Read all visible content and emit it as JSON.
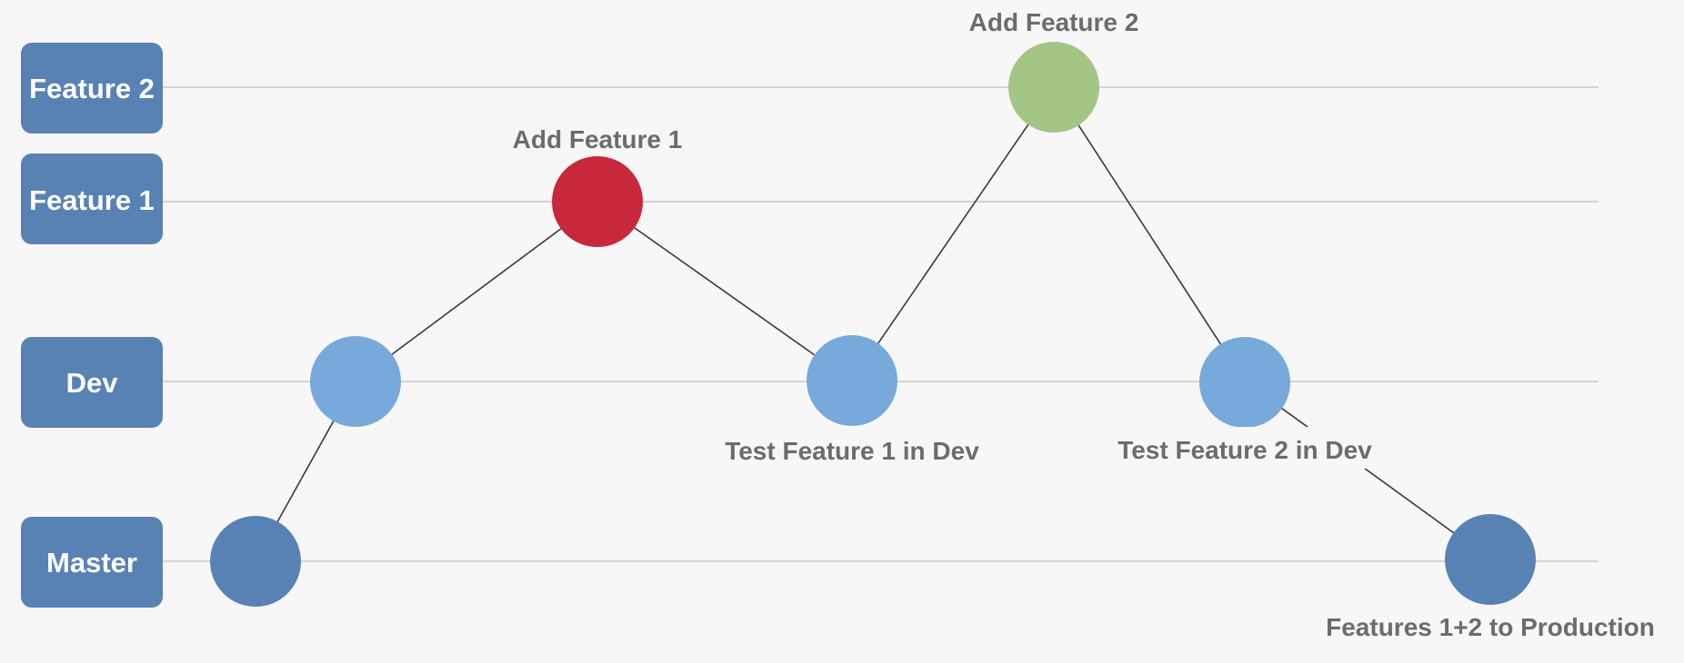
{
  "colors": {
    "background": "#f7f7f7",
    "lane_box": "#5982b4",
    "lane_line": "#c8c8c8",
    "edge": "#3a3a3a",
    "label_text": "#6c6c6c",
    "node_master": "#5982b4",
    "node_dev": "#77aadb",
    "node_feature1": "#c8283b",
    "node_feature2": "#a3c585"
  },
  "lanes": [
    {
      "id": "feature2",
      "label": "Feature 2"
    },
    {
      "id": "feature1",
      "label": "Feature 1"
    },
    {
      "id": "dev",
      "label": "Dev"
    },
    {
      "id": "master",
      "label": "Master"
    }
  ],
  "nodes": [
    {
      "id": "master-start",
      "lane": "master",
      "label": ""
    },
    {
      "id": "dev-1",
      "lane": "dev",
      "label": ""
    },
    {
      "id": "add-feature-1",
      "lane": "feature1",
      "label": "Add Feature 1"
    },
    {
      "id": "dev-2",
      "lane": "dev",
      "label": "Test Feature 1 in Dev"
    },
    {
      "id": "add-feature-2",
      "lane": "feature2",
      "label": "Add Feature 2"
    },
    {
      "id": "dev-3",
      "lane": "dev",
      "label": "Test Feature 2 in Dev"
    },
    {
      "id": "master-end",
      "lane": "master",
      "label": "Features 1+2 to Production"
    }
  ],
  "edges": [
    [
      "master-start",
      "dev-1"
    ],
    [
      "dev-1",
      "add-feature-1"
    ],
    [
      "add-feature-1",
      "dev-2"
    ],
    [
      "dev-2",
      "add-feature-2"
    ],
    [
      "add-feature-2",
      "dev-3"
    ],
    [
      "dev-3",
      "master-end"
    ]
  ]
}
